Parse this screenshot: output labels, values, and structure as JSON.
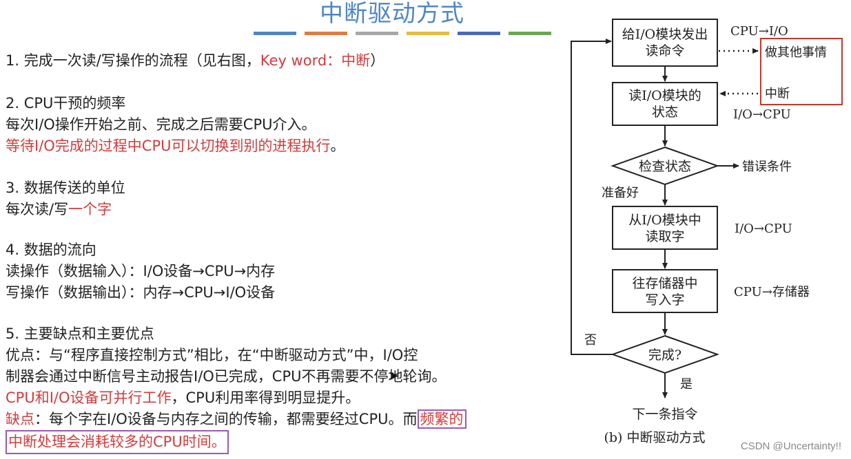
{
  "slide": {
    "title": "中断驱动方式",
    "stripe_colors": [
      "#4f86c6",
      "#e27a3f",
      "#a6a6a6",
      "#e8b93f",
      "#4a69bd",
      "#6aa84f"
    ]
  },
  "left": {
    "s1_prefix": "1. 完成一次读/写操作的流程（见右图，",
    "s1_keyword": "Key word：中断",
    "s1_suffix": "）",
    "s2_title": "2. CPU干预的频率",
    "s2_line1": "每次I/O操作开始之前、完成之后需要CPU介入。",
    "s2_line2": "等待I/O完成的过程中CPU可以切换到别的进程执行",
    "s2_line2_end": "。",
    "s3_title": "3. 数据传送的单位",
    "s3_prefix": "每次读/写",
    "s3_red": "一个字",
    "s4_title": "4. 数据的流向",
    "s4_line1": "读操作（数据输入）：I/O设备→CPU→内存",
    "s4_line2": "写操作（数据输出）：内存→CPU→I/O设备",
    "s5_title": "5. 主要缺点和主要优点",
    "s5_adv1": "优点：与“程序直接控制方式”相比，在“中断驱动方式”中，I/O控",
    "s5_adv2": "制器会通过中断信号主动报告I/O已完成，CPU不再需要不停地轮询。",
    "s5_adv3_red": "CPU和I/O设备可并行工作",
    "s5_adv3_rest": "，CPU利用率得到明显提升。",
    "s5_dis_red": "缺点",
    "s5_dis_rest": "：每个字在I/O设备与内存之间的传输，都需要经过CPU。而",
    "s5_dis_box1": "频繁的",
    "s5_dis_box2": "中断处理会消耗较多的CPU时间。"
  },
  "flow": {
    "box1_l1": "给I/O模块发出",
    "box1_l2": "读命令",
    "box2_l1": "读I/O模块的",
    "box2_l2": "状态",
    "diamond1": "检查状态",
    "box3_l1": "从I/O模块中",
    "box3_l2": "读取字",
    "box4_l1": "往存储器中",
    "box4_l2": "写入字",
    "diamond2": "完成?",
    "label_cpu_io": "CPU→I/O",
    "label_io_cpu1": "I/O→CPU",
    "label_error": "错误条件",
    "label_ready": "准备好",
    "label_io_cpu2": "I/O→CPU",
    "label_cpu_mem": "CPU→存储器",
    "label_no": "否",
    "label_yes": "是",
    "label_next": "下一条指令",
    "caption": "(b) 中断驱动方式",
    "side_other": "做其他事情",
    "side_interrupt": "中断"
  },
  "watermark": "CSDN @Uncertainty!!"
}
